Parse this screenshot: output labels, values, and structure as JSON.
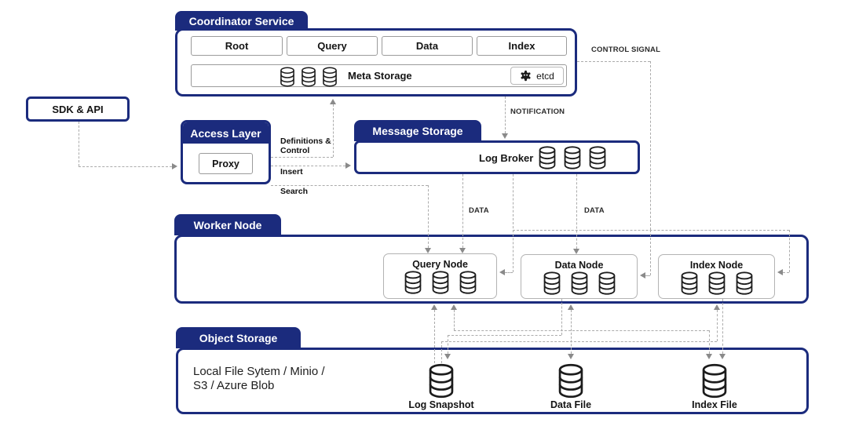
{
  "colors": {
    "navy": "#1b2b7d",
    "line": "#ababab",
    "arrow": "#8a8a8a",
    "text": "#141414"
  },
  "sdk_api": {
    "label": "SDK & API"
  },
  "access_layer": {
    "title": "Access Layer",
    "proxy_label": "Proxy"
  },
  "coordinator": {
    "title": "Coordinator Service",
    "services": [
      "Root",
      "Query",
      "Data",
      "Index"
    ],
    "meta_storage_label": "Meta Storage",
    "etcd_label": "etcd"
  },
  "message_storage": {
    "title": "Message Storage",
    "log_broker_label": "Log Broker"
  },
  "worker_node": {
    "title": "Worker Node",
    "nodes": [
      "Query Node",
      "Data Node",
      "Index Node"
    ]
  },
  "object_storage": {
    "title": "Object Storage",
    "backends_line1": "Local File Sytem / Minio /",
    "backends_line2": "S3 / Azure Blob",
    "files": [
      "Log Snapshot",
      "Data File",
      "Index File"
    ]
  },
  "flow_labels": {
    "control_signal": "CONTROL SIGNAL",
    "notification": "NOTIFICATION",
    "data_query": "DATA",
    "data_data": "DATA",
    "definitions_control": "Definitions & Control",
    "insert": "Insert",
    "search": "Search"
  }
}
